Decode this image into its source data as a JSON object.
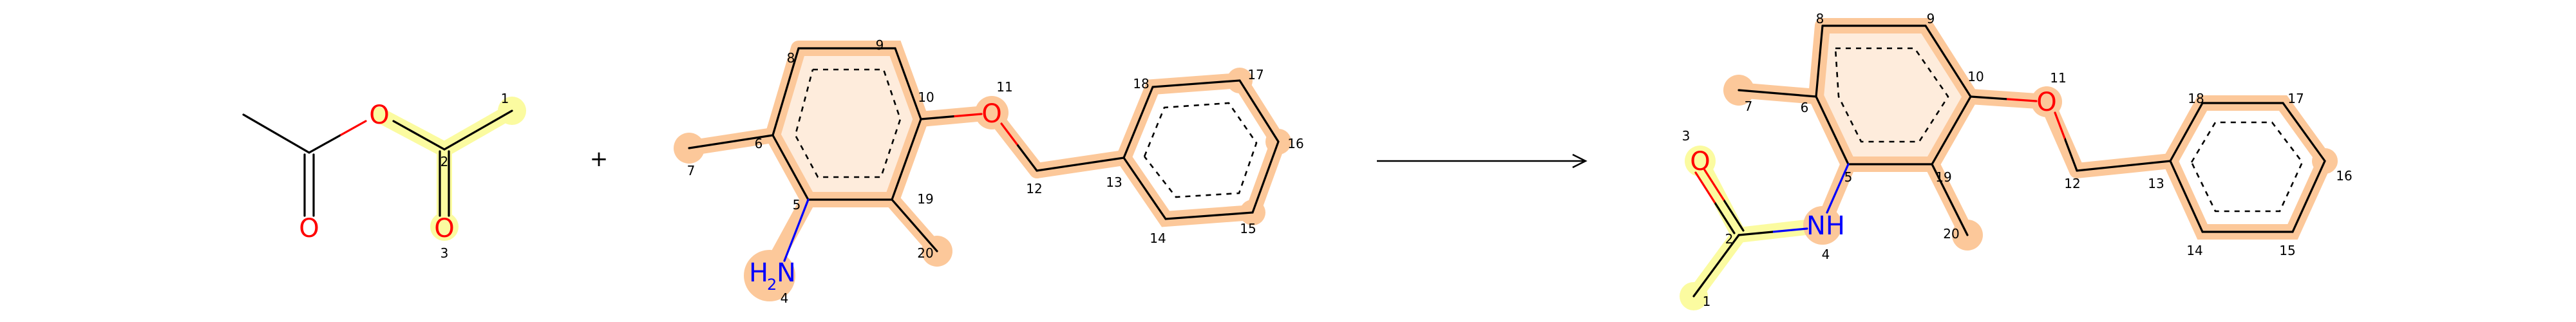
{
  "plus_sign": "+",
  "reactant_1": {
    "o_ester": "O",
    "o_carbonyl": "O",
    "nums": [
      "1",
      "2",
      "3"
    ]
  },
  "reactant_2": {
    "amine": "H",
    "amine_sub": "2",
    "amine_n": "N",
    "ether_o": "O",
    "nums": [
      "4",
      "5",
      "6",
      "7",
      "8",
      "9",
      "10",
      "11",
      "12",
      "13",
      "14",
      "15",
      "16",
      "17",
      "18",
      "19",
      "20"
    ]
  },
  "product": {
    "carbonyl_o": "O",
    "amide_nh": "NH",
    "ether_o": "O",
    "nums": [
      "1",
      "2",
      "3",
      "4",
      "5",
      "6",
      "7",
      "8",
      "9",
      "10",
      "11",
      "12",
      "13",
      "14",
      "15",
      "16",
      "17",
      "18",
      "19",
      "20"
    ]
  },
  "colors": {
    "oxygen": "#ff0000",
    "nitrogen": "#0000ff",
    "highlight_orange": "#fcc89a",
    "highlight_yellow": "#fbfba0"
  }
}
